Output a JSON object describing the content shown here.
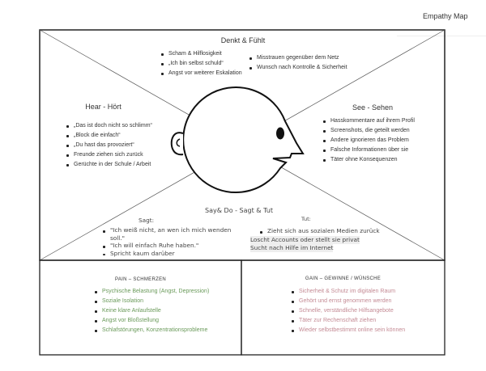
{
  "app_title": "Empathy Map",
  "think_feel": {
    "title": "Denkt & Fühlt",
    "col1": [
      "Scham & Hilflosigkeit",
      "„Ich bin selbst schuld“",
      "Angst vor weiterer Eskalation"
    ],
    "col2": [
      "Misstrauen gegenüber dem Netz",
      "Wunsch nach Kontrolle & Sicherheit"
    ]
  },
  "hear": {
    "title": "Hear - Hört",
    "items": [
      "„Das ist doch nicht so schlimm“",
      "„Block die einfach“",
      "„Du hast das provoziert“",
      "Freunde ziehen sich zurück",
      "Gerüchte in der Schule / Arbeit"
    ]
  },
  "see": {
    "title": "See - Sehen",
    "items": [
      "Hasskommentare auf ihrem Profil",
      "Screenshots, die geteilt werden",
      "Andere ignorieren das Problem",
      "Falsche Informationen über sie",
      "Täter ohne Konsequenzen"
    ]
  },
  "say_do": {
    "title": "Say& Do - Sagt & Tut",
    "say_label": "Sagt:",
    "say_items": [
      "\"Ich weiß nicht, an wen ich mich wenden soll.\"",
      "\"Ich will einfach Ruhe haben.\"",
      "Spricht kaum darüber"
    ],
    "do_label": "Tut:",
    "do_items": [
      "Zieht sich aus sozialen Medien zurück"
    ],
    "do_lines": [
      "Loscht Accounts oder stellt sie privat",
      "Sucht nach Hilfe im Internet"
    ]
  },
  "pain": {
    "title": "PAIN – SCHMERZEN",
    "color": "#6a9a5a",
    "items": [
      "Psychische Belastung (Angst, Depression)",
      "Soziale Isolation",
      "Keine klare Anlaufstelle",
      "Angst vor Bloßstellung",
      "Schlafstörungen, Konzentrationsprobleme"
    ]
  },
  "gain": {
    "title": "GAIN – GEWINNE / WÜNSCHE",
    "color": "#c48a94",
    "items": [
      "Sicherheit & Schutz im digitalen Raum",
      "Gehört und ernst genommen werden",
      "Schnelle, verständliche Hilfsangebote",
      "Täter zur Rechenschaft ziehen",
      "Wieder selbstbestimmt online sein können"
    ]
  }
}
